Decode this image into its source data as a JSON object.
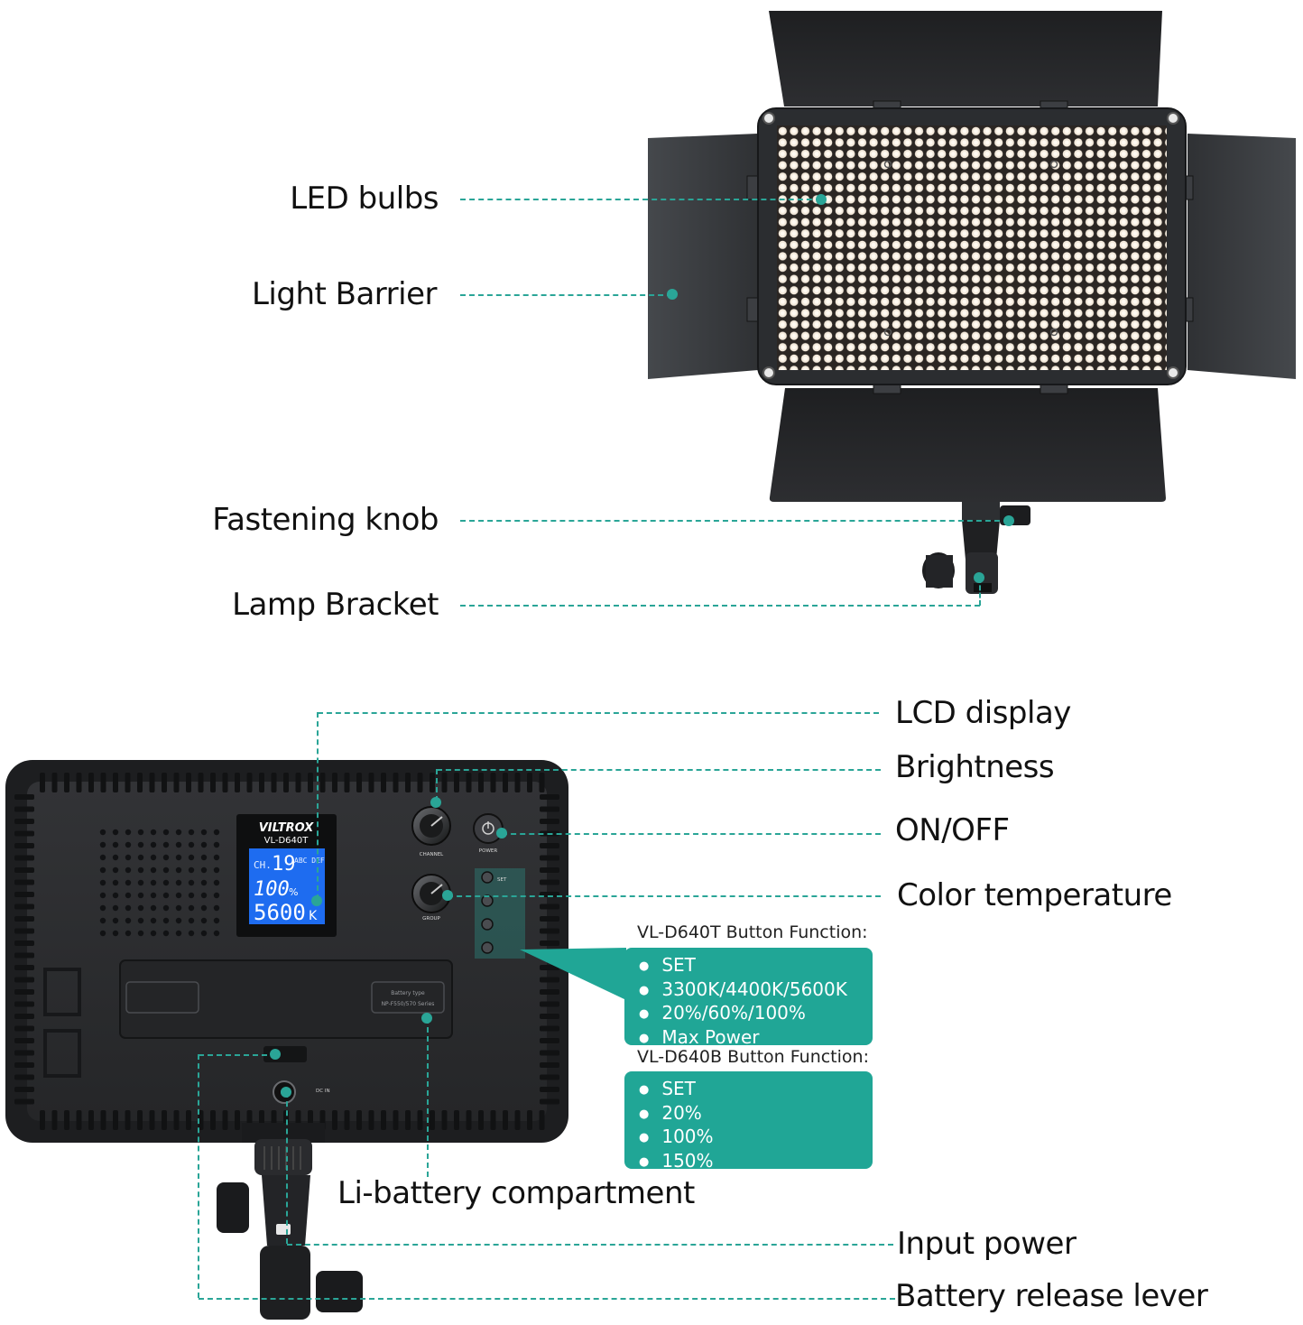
{
  "colors": {
    "accent": "#20a696",
    "panel": "#2a2b2e",
    "panel_dark": "#1b1c1e",
    "lcd": "#1d6ef0"
  },
  "front_labels": {
    "led_bulbs": "LED bulbs",
    "light_barrier": "Light Barrier",
    "fastening_knob": "Fastening knob",
    "lamp_bracket": "Lamp Bracket"
  },
  "back_labels": {
    "lcd_display": "LCD display",
    "brightness": "Brightness",
    "on_off": "ON/OFF",
    "color_temperature": "Color temperature",
    "li_battery": "Li-battery compartment",
    "input_power": "Input power",
    "battery_release": "Battery release lever"
  },
  "device": {
    "brand": "VILTROX",
    "model": "VL-D640T",
    "lcd": {
      "channel_label": "CH.",
      "channel": "19",
      "groups": "ABC DEF",
      "brightness": "100",
      "brightness_unit": "%",
      "temp": "5600",
      "temp_unit": "K"
    },
    "knob_channel": "CHANNEL",
    "knob_group": "GROUP",
    "power_label": "POWER",
    "button_set": "SET",
    "battery_type": "Battery type",
    "battery_series": "NP-F550/570 Series",
    "dc_label": "DC IN"
  },
  "functions": {
    "d640t_title": "VL-D640T Button Function:",
    "d640t_items": [
      "SET",
      "3300K/4400K/5600K",
      "20%/60%/100%",
      "Max Power"
    ],
    "d640b_title": "VL-D640B Button Function:",
    "d640b_items": [
      "SET",
      "20%",
      "100%",
      "150%"
    ]
  }
}
